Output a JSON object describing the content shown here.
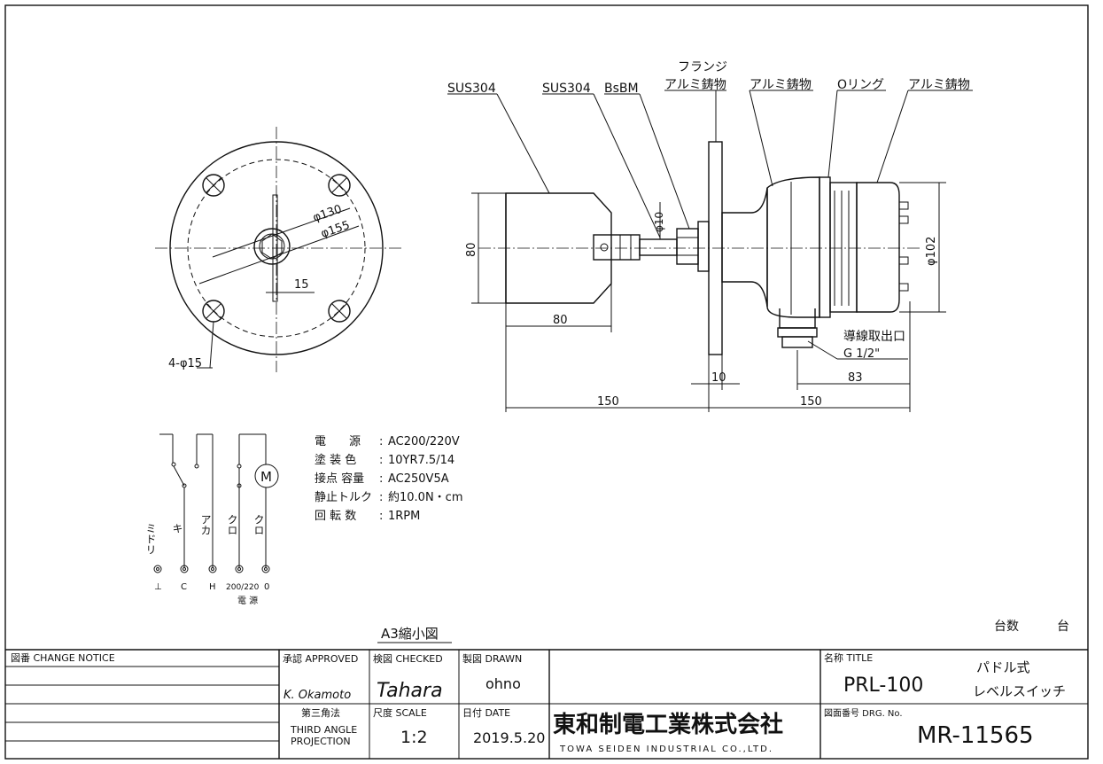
{
  "materials": {
    "m1": "SUS304",
    "m2": "SUS304",
    "m3": "BsBM",
    "m4a": "フランジ",
    "m4b": "アルミ鋳物",
    "m5": "アルミ鋳物",
    "m6": "Oリング",
    "m7": "アルミ鋳物"
  },
  "dims": {
    "d130": "φ130",
    "d155": "φ155",
    "d15": "15",
    "holes": "4-φ15",
    "d10": "φ10",
    "h80": "80",
    "w80": "80",
    "t10": "10",
    "c83": "83",
    "l150a": "150",
    "l150b": "150",
    "d102": "φ102",
    "cable": "導線取出口",
    "thread": "G 1/2\""
  },
  "specs": [
    {
      "label": "電　　源",
      "value": "AC200/220V"
    },
    {
      "label": "塗 装 色",
      "value": "10YR7.5/14"
    },
    {
      "label": "接点 容量",
      "value": "AC250V5A"
    },
    {
      "label": "静止トルク",
      "value": "約10.0N・cm"
    },
    {
      "label": "回 転 数",
      "value": "1RPM"
    }
  ],
  "wiring": {
    "vlabels": [
      "ミドリ",
      "キ",
      "アカ",
      "クロ",
      "クロ"
    ],
    "terminals": [
      "⊥",
      "C",
      "H",
      "200/220",
      "0"
    ],
    "power": "電 源",
    "motor": "M"
  },
  "a3_note": "A3縮小図",
  "qty": {
    "label": "台数",
    "unit": "台"
  },
  "title_block": {
    "change_notice": "図番 CHANGE NOTICE",
    "approved": "承認 APPROVED",
    "checked": "検図 CHECKED",
    "drawn": "製図 DRAWN",
    "approved_sig": "K. Okamoto",
    "checked_name": "Tahara",
    "drawn_name": "ohno",
    "projection_label": "第三角法",
    "projection_value_1": "THIRD ANGLE",
    "projection_value_2": "PROJECTION",
    "scale_label": "尺度 SCALE",
    "scale_value": "1:2",
    "date_label": "日付 DATE",
    "date_value": "2019.5.20",
    "company_jp": "東和制電工業株式会社",
    "company_en": "TOWA SEIDEN INDUSTRIAL CO.,LTD.",
    "title_label": "名称 TITLE",
    "model": "PRL-100",
    "name_line1": "パドル式",
    "name_line2": "レベルスイッチ",
    "drg_label": "図面番号 DRG. No.",
    "drg_no": "MR-11565"
  }
}
